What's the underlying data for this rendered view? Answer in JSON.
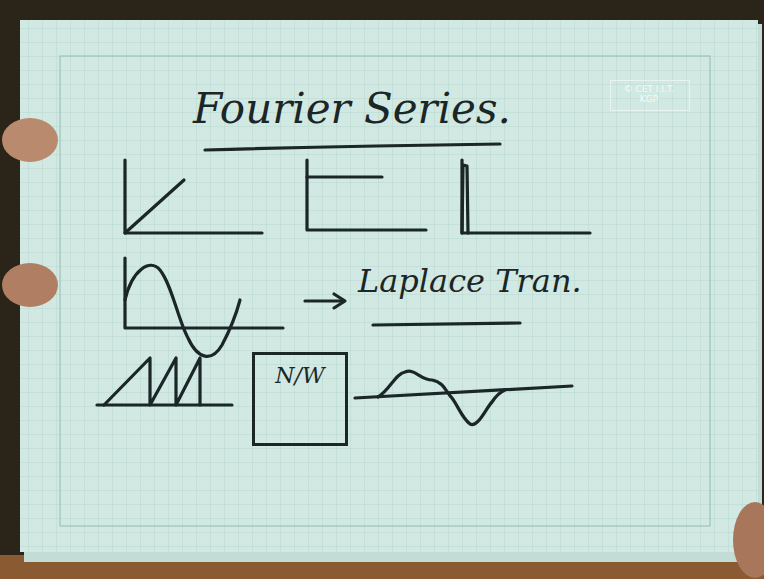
{
  "diagram": {
    "title": "Fourier Series.",
    "nodes": [
      {
        "text": [
          "© CET I.I.T. KGP"
        ]
      },
      {
        "text": [
          "N/W"
        ]
      }
    ],
    "labels": [
      "Laplace Tran."
    ]
  }
}
